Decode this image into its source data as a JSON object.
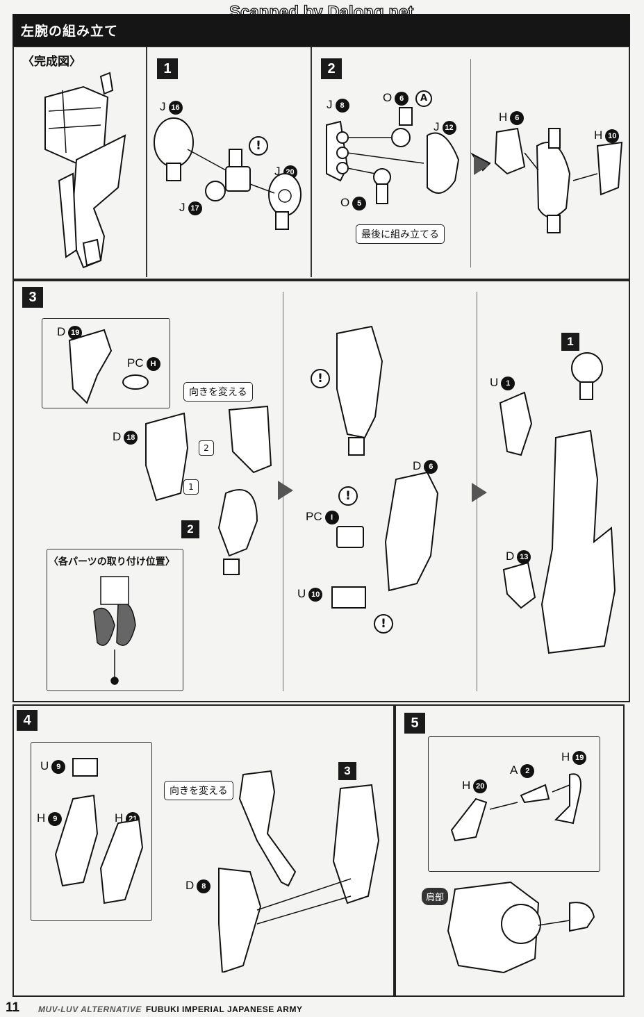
{
  "watermark": "Scanned by Dalong.net",
  "header": {
    "title": "左腕の組み立て"
  },
  "complete": {
    "label": "〈完成図〉"
  },
  "steps": {
    "s1": {
      "num": "1",
      "parts": {
        "j16": "J",
        "j17": "J",
        "j20": "J"
      },
      "nums": {
        "j16": "16",
        "j17": "17",
        "j20": "20"
      }
    },
    "s2": {
      "num": "2",
      "o6": "O",
      "o6n": "6",
      "j8": "J",
      "j8n": "8",
      "j12": "J",
      "j12n": "12",
      "o5": "O",
      "o5n": "5",
      "h6": "H",
      "h6n": "6",
      "h10": "H",
      "h10n": "10",
      "note": "最後に組み立てる"
    },
    "s3": {
      "num": "3",
      "d19": "D",
      "d19n": "19",
      "pch": "PC",
      "pchn": "H",
      "turn": "向きを変える",
      "d18": "D",
      "d18n": "18",
      "ref2": "2",
      "position_title": "〈各パーツの取り付け位置〉",
      "pci": "PC",
      "pcin": "I",
      "u10": "U",
      "u10n": "10",
      "d6": "D",
      "d6n": "6",
      "u1": "U",
      "u1n": "1",
      "d13": "D",
      "d13n": "13",
      "ref1": "1",
      "o1": "1",
      "o2": "2"
    },
    "s4": {
      "num": "4",
      "u9": "U",
      "u9n": "9",
      "h9": "H",
      "h9n": "9",
      "h21": "H",
      "h21n": "21",
      "turn": "向きを変える",
      "d8": "D",
      "d8n": "8",
      "ref3": "3"
    },
    "s5": {
      "num": "5",
      "a2": "A",
      "a2n": "2",
      "h19": "H",
      "h19n": "19",
      "h20": "H",
      "h20n": "20",
      "shoulder": "肩部"
    }
  },
  "footer": {
    "page": "11",
    "series": "MUV-LUV ALTERNATIVE",
    "title": "FUBUKI IMPERIAL JAPANESE ARMY"
  }
}
